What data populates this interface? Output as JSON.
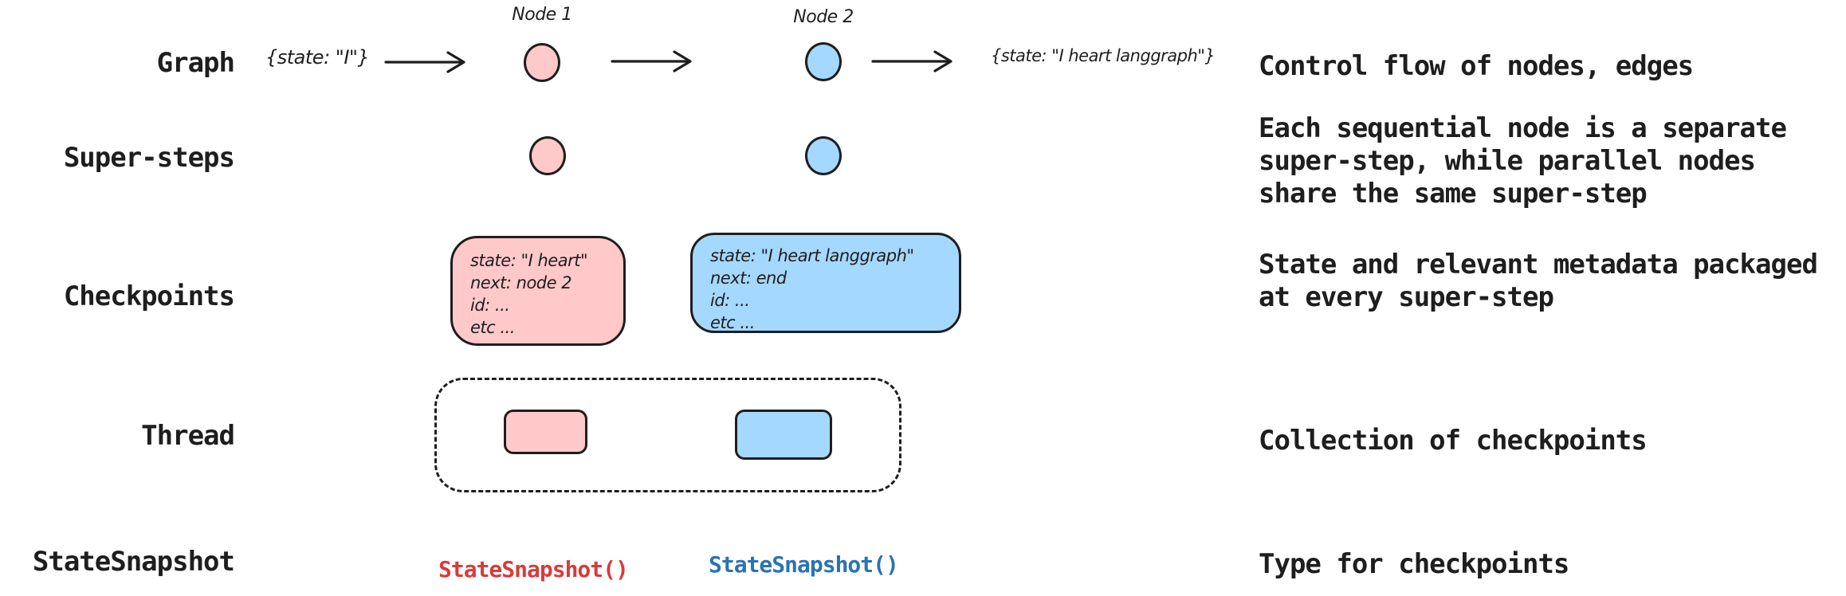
{
  "colors": {
    "ink": "#1e1e1e",
    "pink": "#ffc9c9",
    "blue": "#a5d8ff",
    "red-text": "#d83b3b",
    "blue-text": "#2a72b5"
  },
  "rows": {
    "graph": {
      "label": "Graph",
      "input_state": "{state: \"I\"}",
      "node1_label": "Node 1",
      "node2_label": "Node 2",
      "output_state": "{state: \"I heart langgraph\"}",
      "description": "Control flow of nodes, edges"
    },
    "super_steps": {
      "label": "Super-steps",
      "description_lines": [
        "Each sequential node is a separate",
        "super-step, while parallel nodes",
        "share the same super-step"
      ]
    },
    "checkpoints": {
      "label": "Checkpoints",
      "checkpoint1_lines": [
        "state: \"I heart\"",
        "next: node 2",
        "id: ...",
        "etc ..."
      ],
      "checkpoint2_lines": [
        "state: \"I heart langgraph\"",
        "next: end",
        "id: ...",
        "etc ..."
      ],
      "description_lines": [
        "State and relevant metadata packaged",
        "at every super-step"
      ]
    },
    "thread": {
      "label": "Thread",
      "description": "Collection of checkpoints"
    },
    "state_snapshot": {
      "label": "StateSnapshot",
      "snapshot1": "StateSnapshot()",
      "snapshot2": "StateSnapshot()",
      "description": "Type for checkpoints"
    }
  }
}
